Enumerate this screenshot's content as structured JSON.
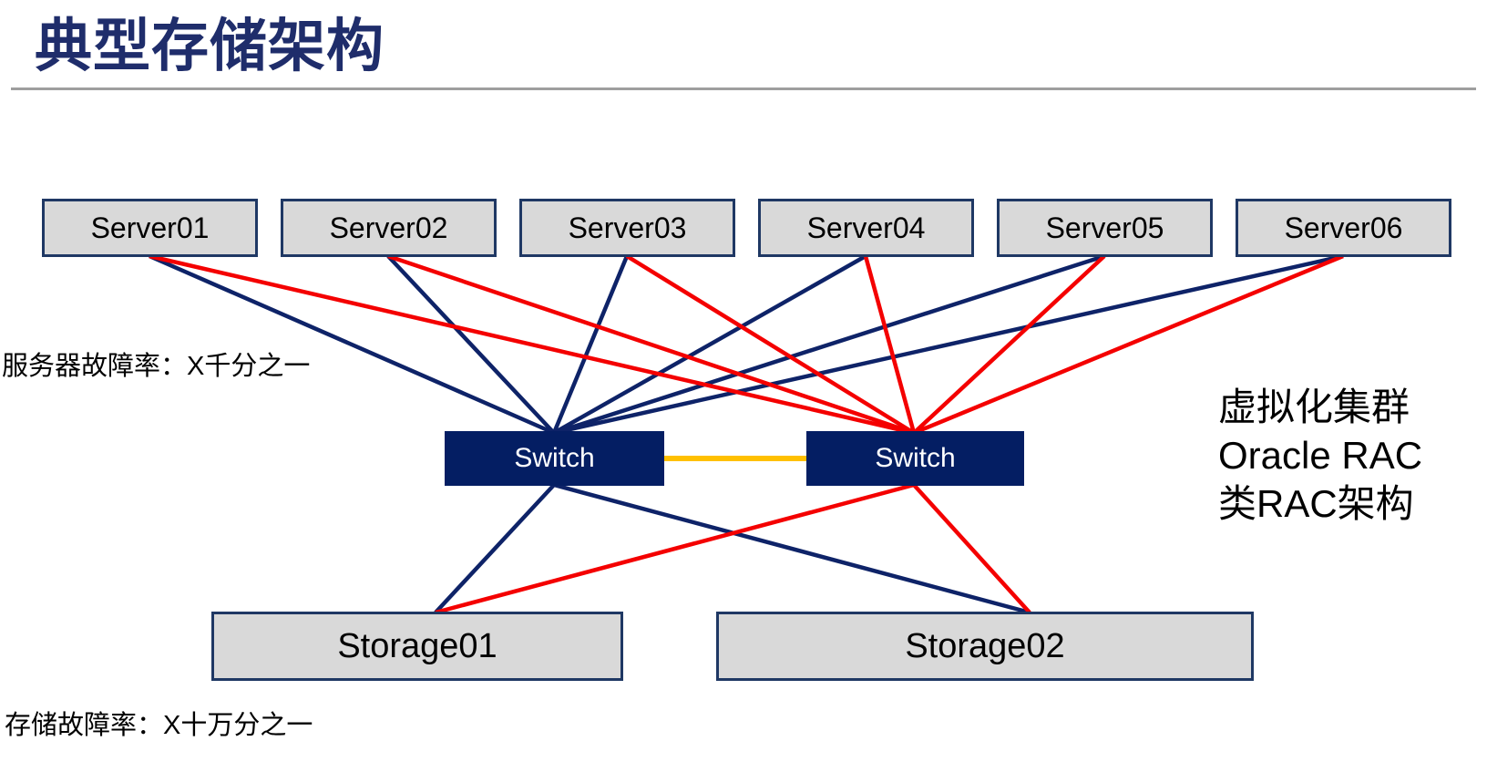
{
  "title": "典型存储架构",
  "annotations": {
    "server_failure_rate": "服务器故障率：X千分之一",
    "storage_failure_rate": "存储故障率：X十万分之一",
    "right_note_lines": [
      "虚拟化集群",
      "Oracle RAC",
      "类RAC架构"
    ]
  },
  "nodes": {
    "servers": [
      {
        "id": "server01",
        "label": "Server01"
      },
      {
        "id": "server02",
        "label": "Server02"
      },
      {
        "id": "server03",
        "label": "Server03"
      },
      {
        "id": "server04",
        "label": "Server04"
      },
      {
        "id": "server05",
        "label": "Server05"
      },
      {
        "id": "server06",
        "label": "Server06"
      }
    ],
    "switches": [
      {
        "id": "switch-left",
        "label": "Switch"
      },
      {
        "id": "switch-right",
        "label": "Switch"
      }
    ],
    "storages": [
      {
        "id": "storage01",
        "label": "Storage01"
      },
      {
        "id": "storage02",
        "label": "Storage02"
      }
    ]
  },
  "connections": [
    {
      "from": "server01",
      "to": "switch-left",
      "color": "navy"
    },
    {
      "from": "server02",
      "to": "switch-left",
      "color": "navy"
    },
    {
      "from": "server03",
      "to": "switch-left",
      "color": "navy"
    },
    {
      "from": "server04",
      "to": "switch-left",
      "color": "navy"
    },
    {
      "from": "server05",
      "to": "switch-left",
      "color": "navy"
    },
    {
      "from": "server06",
      "to": "switch-left",
      "color": "navy"
    },
    {
      "from": "switch-left",
      "to": "storage01",
      "color": "navy"
    },
    {
      "from": "switch-left",
      "to": "storage02",
      "color": "navy"
    },
    {
      "from": "server01",
      "to": "switch-right",
      "color": "red"
    },
    {
      "from": "server02",
      "to": "switch-right",
      "color": "red"
    },
    {
      "from": "server03",
      "to": "switch-right",
      "color": "red"
    },
    {
      "from": "server04",
      "to": "switch-right",
      "color": "red"
    },
    {
      "from": "server05",
      "to": "switch-right",
      "color": "red"
    },
    {
      "from": "server06",
      "to": "switch-right",
      "color": "red"
    },
    {
      "from": "switch-right",
      "to": "storage01",
      "color": "red"
    },
    {
      "from": "switch-right",
      "to": "storage02",
      "color": "red"
    },
    {
      "from": "switch-left",
      "to": "switch-right",
      "color": "yellow"
    }
  ],
  "colors": {
    "navy": "#0e2368",
    "red": "#f40000",
    "yellow": "#ffc000",
    "title": "#1f2d6b",
    "box_fill": "#d9d9d9",
    "box_border": "#1f3864",
    "switch_fill": "#041e63",
    "divider": "#9e9e9e"
  }
}
